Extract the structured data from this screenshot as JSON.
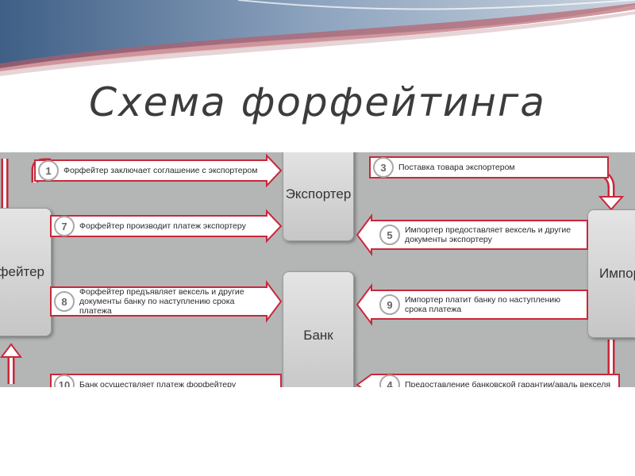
{
  "title": "Схема форфейтинга",
  "parties": {
    "forfaiter": "рфейтер",
    "exporter": "Экспортер",
    "importer": "Импорт",
    "bank": "Банк"
  },
  "steps": [
    {
      "num": "1",
      "text": "Форфейтер заключает соглашение с экспортером"
    },
    {
      "num": "3",
      "text": "Поставка товара экспортером"
    },
    {
      "num": "7",
      "text": "Форфейтер производит платеж экспортеру"
    },
    {
      "num": "5",
      "text": "Импортер предоставляет вексель и другие документы экспортеру"
    },
    {
      "num": "8",
      "text": "Форфейтер предъявляет вексель и другие документы банку по наступлению срока платежа"
    },
    {
      "num": "9",
      "text": "Импортер платит банку по наступлению срока платежа"
    },
    {
      "num": "10",
      "text": "Банк осуществляет платеж форфейтеру"
    },
    {
      "num": "4",
      "text": "Предоставление банковской гарантии/аваль векселя"
    }
  ],
  "colors": {
    "arrow_outline": "#c8283a",
    "arrow_fill": "#ffffff",
    "diagram_bg": "#b4b6b6",
    "party_box": "#d6d6d6",
    "title_text": "#3c3c3c",
    "swoosh_blue": "#4f6f96",
    "swoosh_red": "#b85a66"
  }
}
